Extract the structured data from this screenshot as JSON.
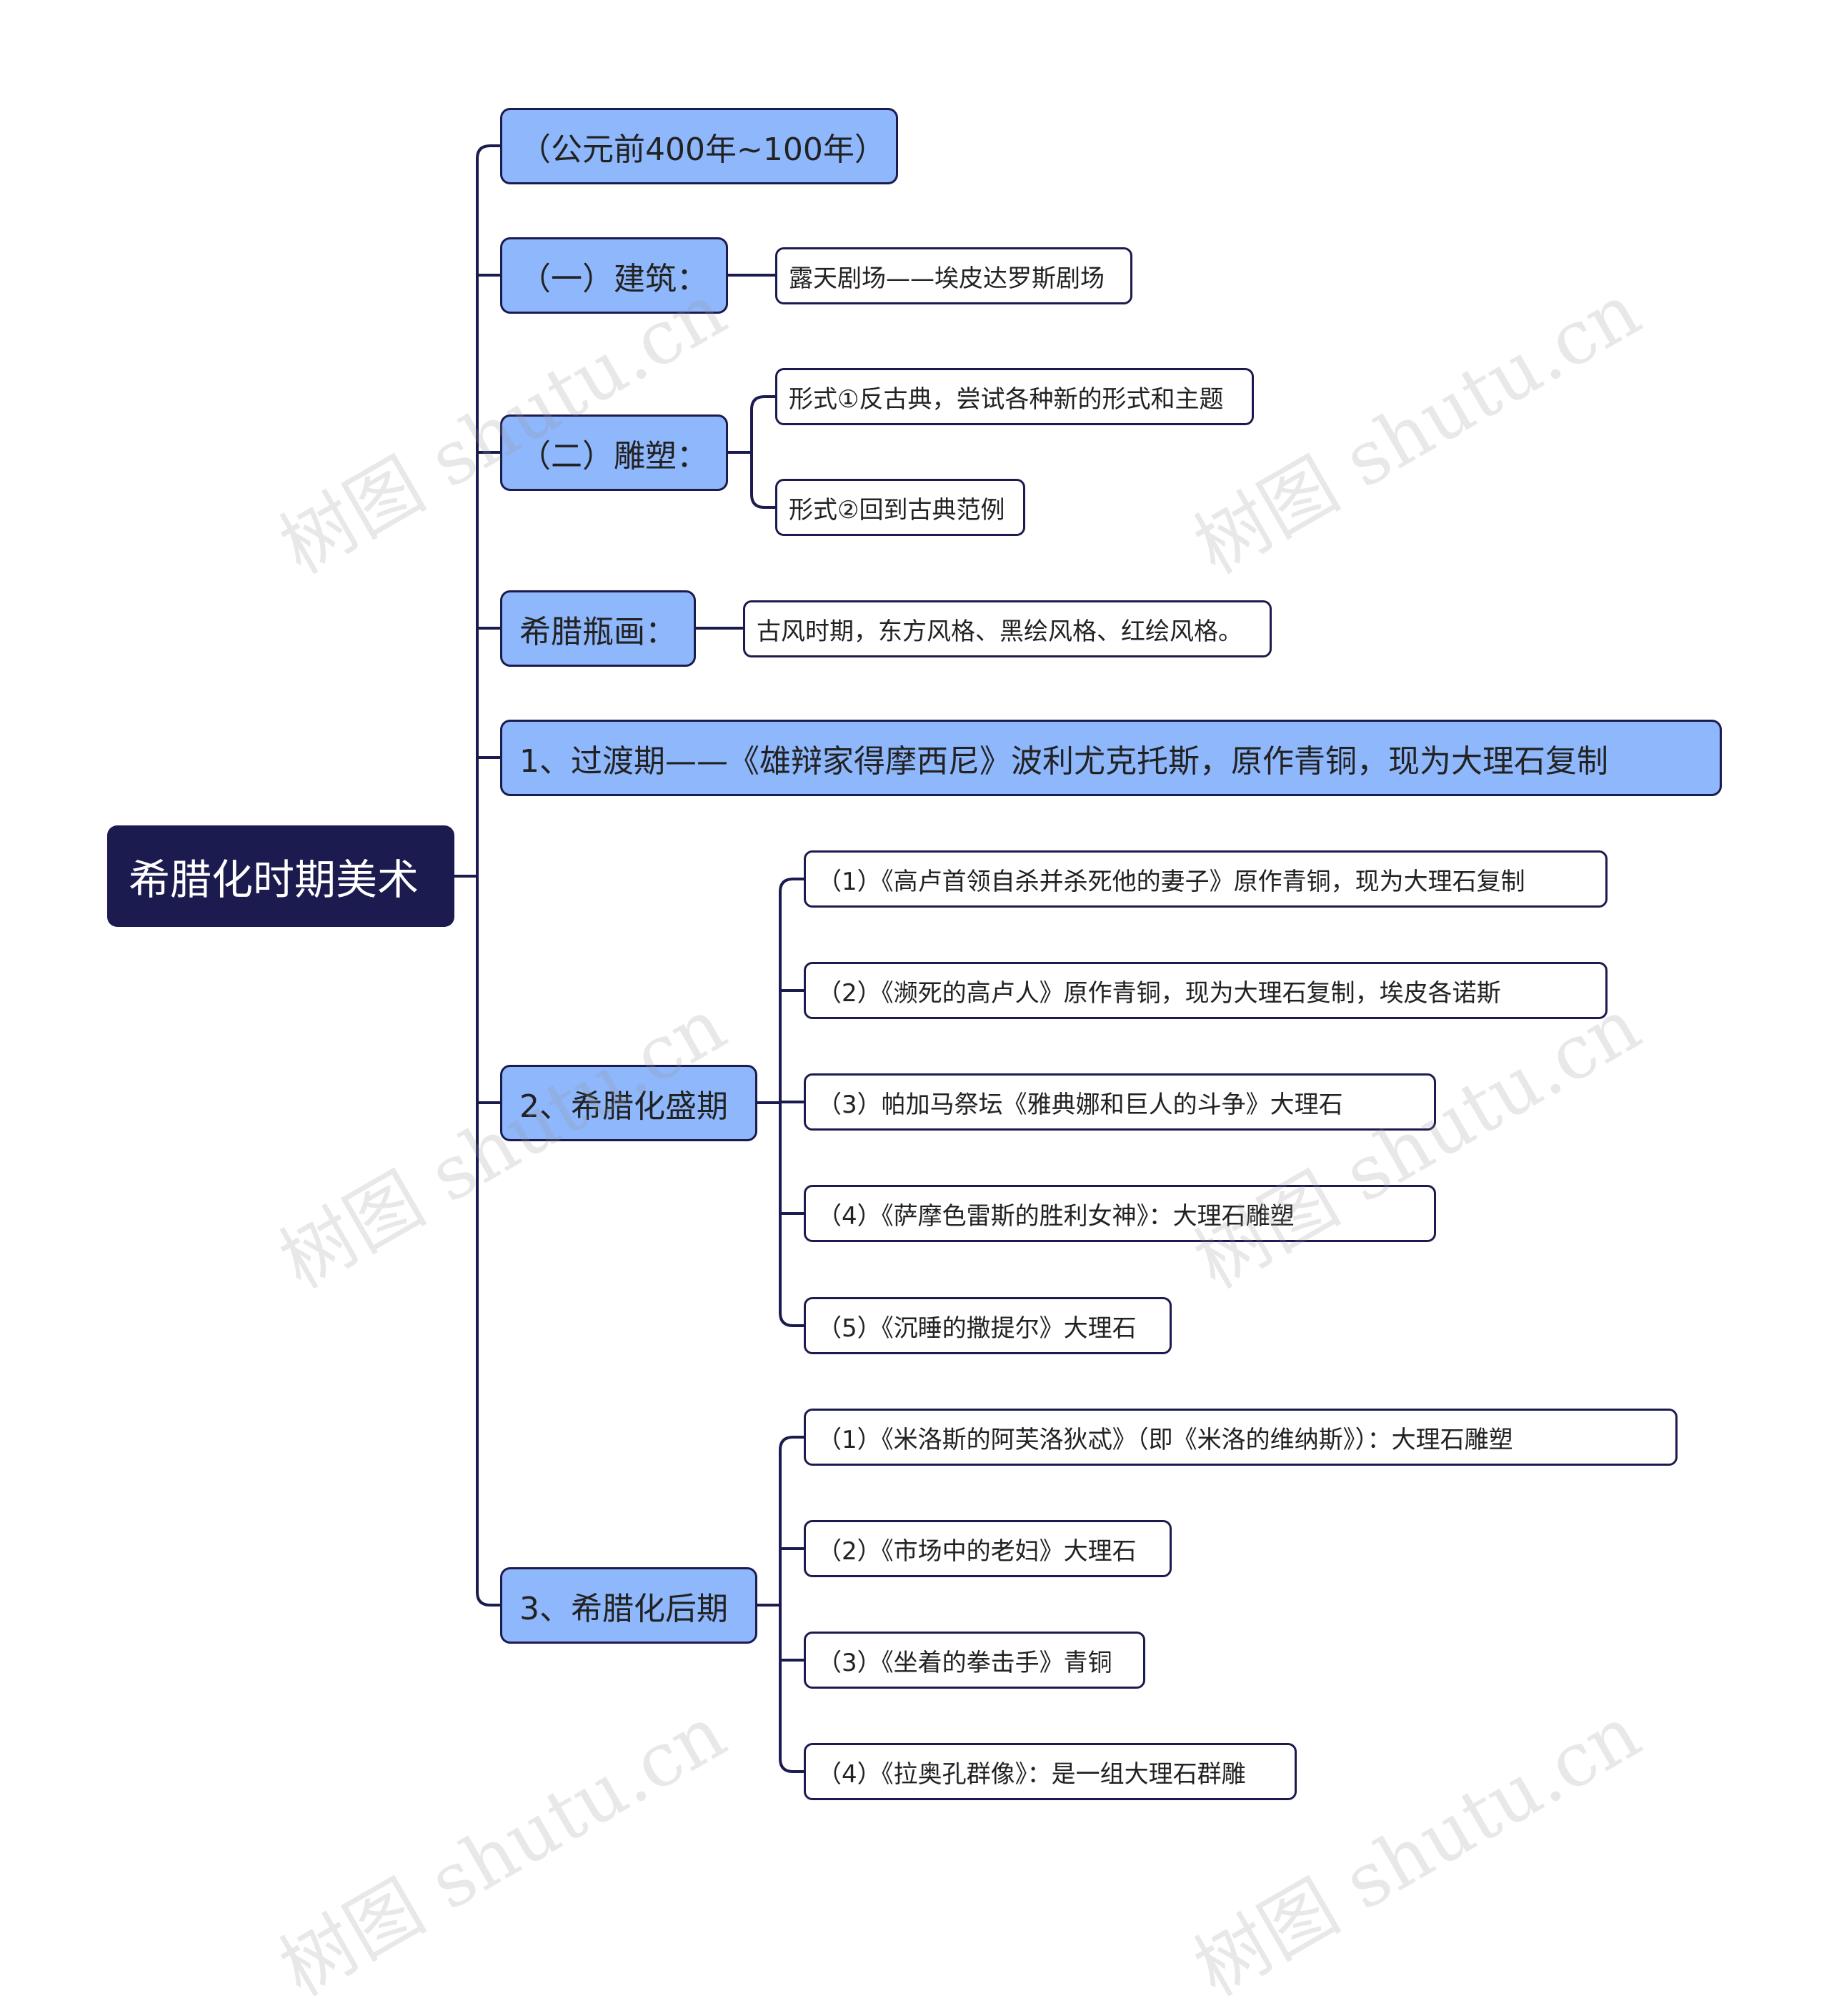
{
  "root": {
    "label": "希腊化时期美术"
  },
  "branches": [
    {
      "label": "（公元前400年~100年）",
      "children": []
    },
    {
      "label": "（一）建筑：",
      "children": [
        "露天剧场——埃皮达罗斯剧场"
      ]
    },
    {
      "label": "（二）雕塑：",
      "children": [
        "形式①反古典，尝试各种新的形式和主题",
        "形式②回到古典范例"
      ]
    },
    {
      "label": "希腊瓶画：",
      "children": [
        "古风时期，东方风格、黑绘风格、红绘风格。"
      ]
    },
    {
      "label": "1、过渡期——《雄辩家得摩西尼》波利尤克托斯，原作青铜，现为大理石复制",
      "children": []
    },
    {
      "label": "2、希腊化盛期",
      "children": [
        "（1）《高卢首领自杀并杀死他的妻子》原作青铜，现为大理石复制",
        "（2）《濒死的高卢人》原作青铜，现为大理石复制，埃皮各诺斯",
        "（3）帕加马祭坛《雅典娜和巨人的斗争》大理石",
        "（4）《萨摩色雷斯的胜利女神》：大理石雕塑",
        "（5）《沉睡的撒提尔》大理石"
      ]
    },
    {
      "label": "3、希腊化后期",
      "children": [
        "（1）《米洛斯的阿芙洛狄忒》（即《米洛的维纳斯》）：大理石雕塑",
        "（2）《市场中的老妇》大理石",
        "（3）《坐着的拳击手》青铜",
        "（4）《拉奥孔群像》：是一组大理石群雕"
      ]
    }
  ],
  "watermark": "树图 shutu.cn",
  "colors": {
    "root_bg": "#1c1b4f",
    "branch_bg": "#8fb7fb",
    "line": "#1c1b4f"
  }
}
